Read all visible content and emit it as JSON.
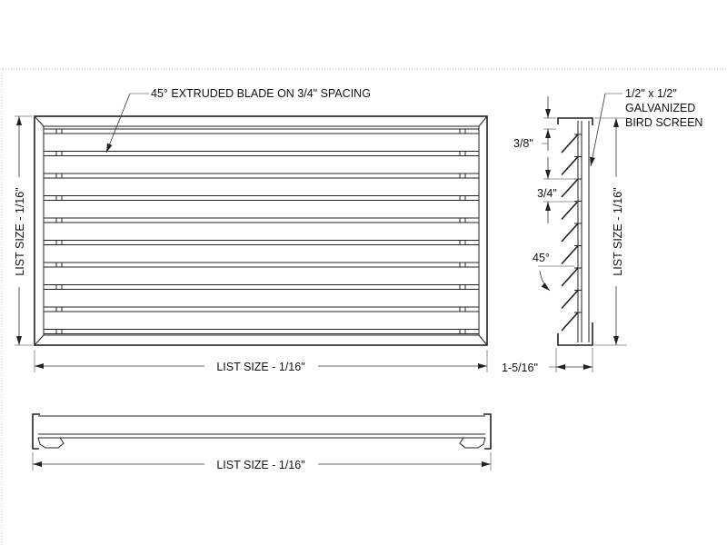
{
  "front_view": {
    "blade_note": "45° EXTRUDED BLADE ON 3/4\" SPACING",
    "width_dim": "LIST SIZE - 1/16\"",
    "height_dim": "LIST SIZE - 1/16\"",
    "blade_count": 10
  },
  "section_view": {
    "screen_note_line1": "1/2\" x 1/2\"",
    "screen_note_line2": "GALVANIZED",
    "screen_note_line3": "BIRD SCREEN",
    "edge_dim": "3/8\"",
    "spacing_dim": "3/4\"",
    "angle_dim": "45°",
    "depth_dim": "1-5/16\"",
    "height_dim": "LIST SIZE - 1/16\"",
    "blade_count": 9
  },
  "top_view": {
    "width_dim": "LIST SIZE - 1/16\""
  }
}
